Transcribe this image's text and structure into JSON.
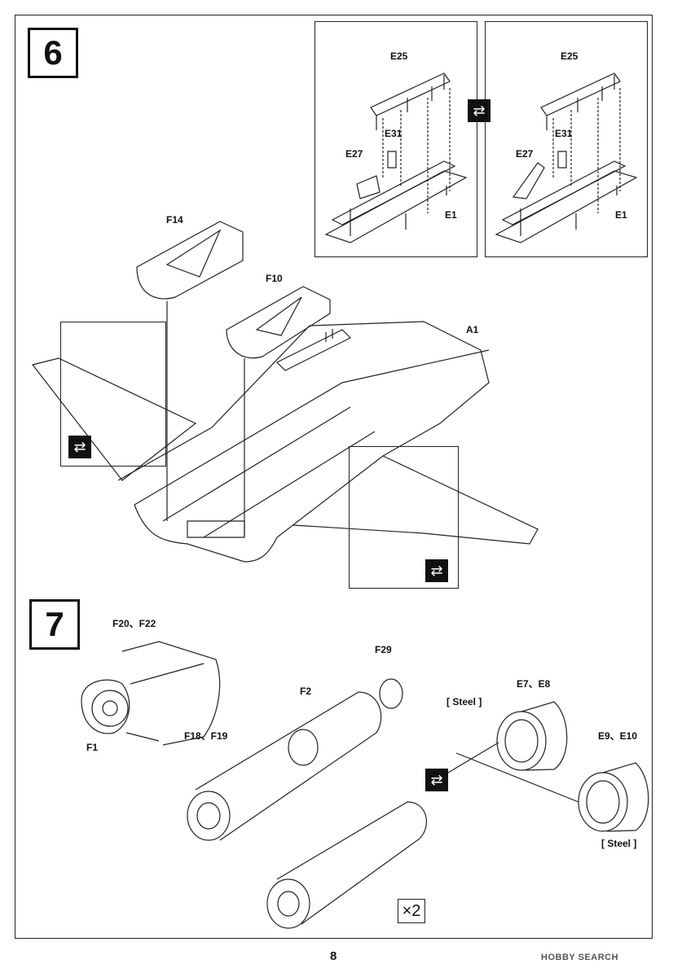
{
  "step6": {
    "number": "6",
    "inset_left": {
      "labels": {
        "e25": "E25",
        "e31": "E31",
        "e27": "E27",
        "e1": "E1"
      }
    },
    "inset_right": {
      "labels": {
        "e25": "E25",
        "e31": "E31",
        "e27": "E27",
        "e1": "E1"
      }
    },
    "parts": {
      "f14": "F14",
      "f10": "F10",
      "a1": "A1"
    }
  },
  "step7": {
    "number": "7",
    "parts": {
      "f20_f22": "F20、F22",
      "f18_f19": "F18、F19",
      "f1": "F1",
      "f29": "F29",
      "f2": "F2",
      "e7_e8": "E7、E8",
      "e9_e10": "E9、E10",
      "steel_top": "[ Steel ]",
      "steel_bottom": "[ Steel ]"
    },
    "quantity": "×2"
  },
  "page_number": "8",
  "watermark": "HOBBY SEARCH"
}
